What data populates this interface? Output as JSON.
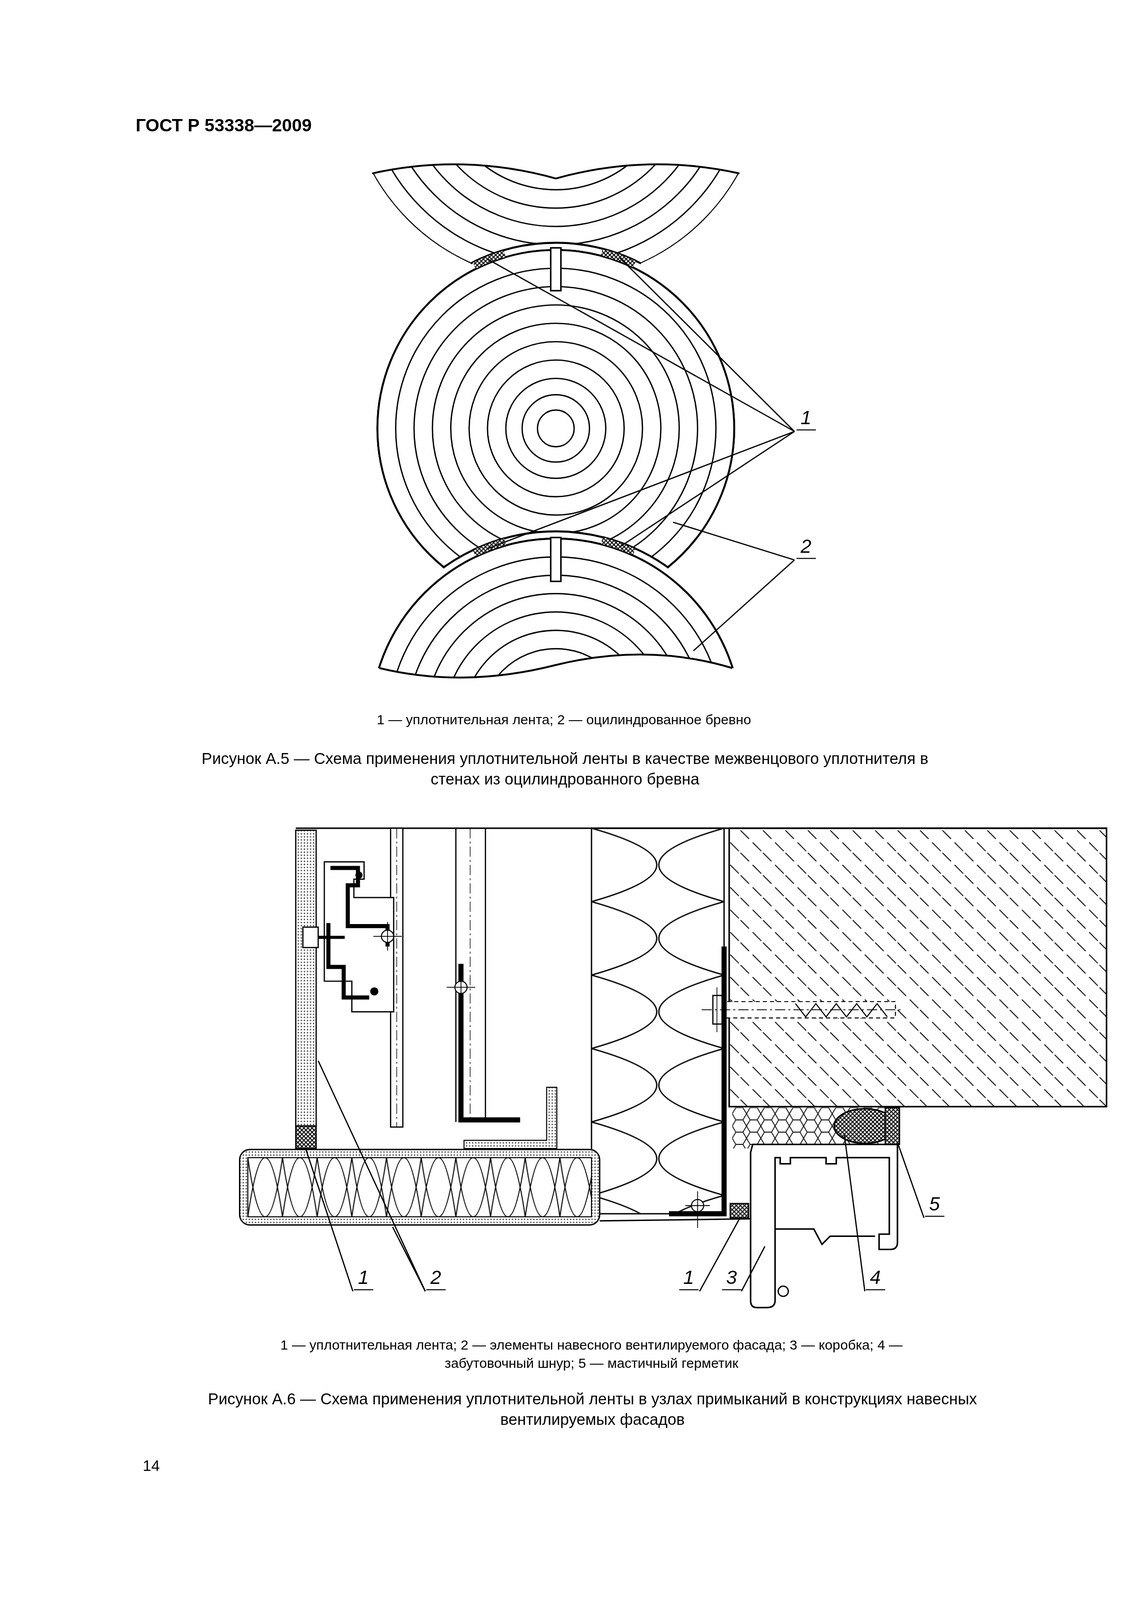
{
  "diagram": {
    "title": "ГОСТ Р 53338—2009",
    "labels": [
      "1",
      "2",
      "1 — уплотнительная лента; 2 — оцилиндрованное бревно",
      "Рисунок А.5 — Схема применения уплотнительной ленты в качестве межвенцового уплотнителя в стенах из оцилиндрованного бревна",
      "1",
      "2",
      "1",
      "3",
      "4",
      "5",
      "1 — уплотнительная лента; 2 — элементы навесного вентилируемого фасада; 3 — коробка; 4 — забутовочный шнур; 5 — мастичный герметик",
      "Рисунок А.6 — Схема применения уплотнительной ленты в узлах примыканий в конструкциях навесных вентилируемых фасадов",
      "14"
    ]
  }
}
